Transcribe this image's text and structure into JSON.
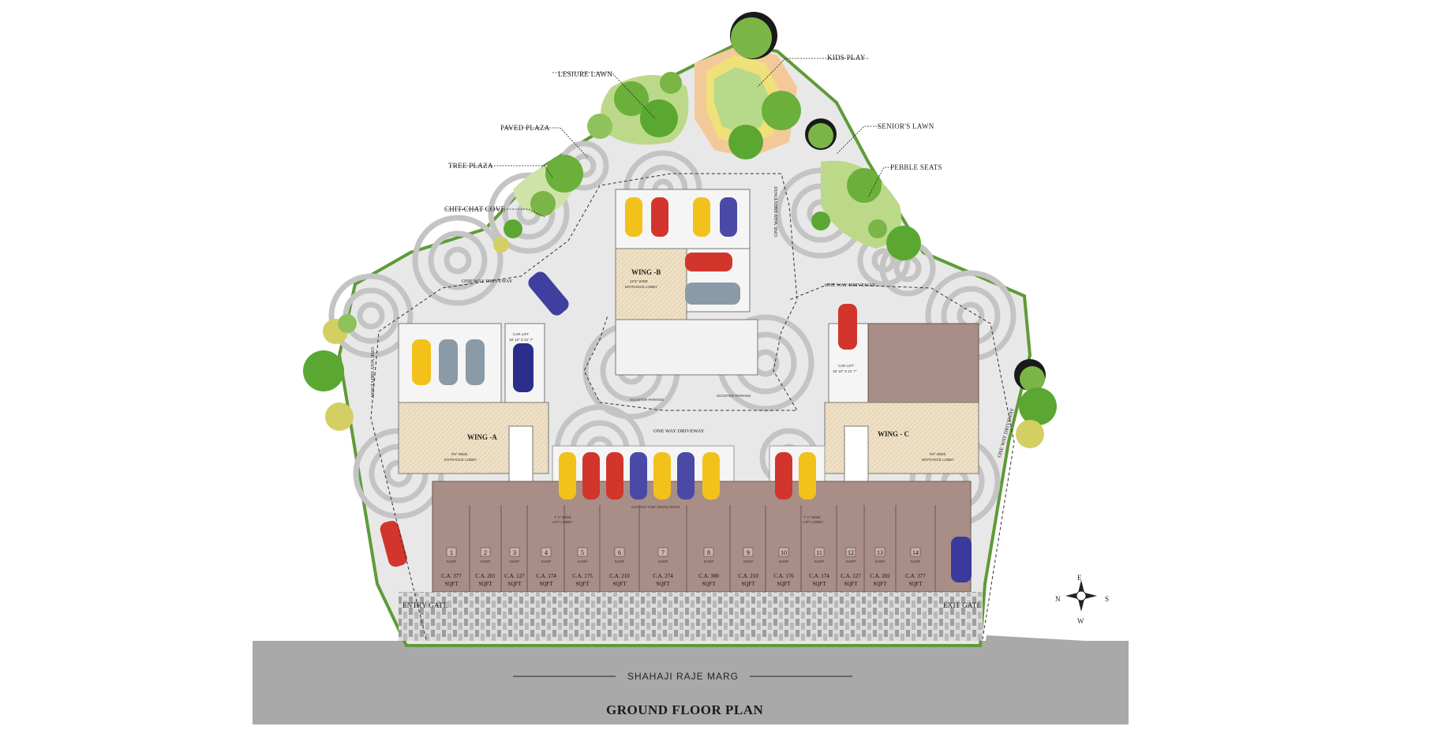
{
  "title": "GROUND FLOOR PLAN",
  "road": "SHAHAJI RAJE MARG",
  "gates": {
    "entry": "ENTRY GATE",
    "exit": "EXIT GATE"
  },
  "amenities": {
    "leisure_lawn": "LESIURE LAWN",
    "paved_plaza": "PAVED PLAZA",
    "tree_plaza": "TREE PLAZA",
    "chit_chat": "CHIT-CHAT COVE",
    "kids_play": "KIDS PLAY",
    "seniors_lawn": "SENIOR'S LAWN",
    "pebble_seats": "PEBBLE SEATS"
  },
  "driveway": "ONE WAY DRIVEWAY",
  "wings": {
    "a": {
      "name": "WING -A",
      "lobby": "9'6\" WIDE",
      "lobby2": "ENTRANCE LOBBY"
    },
    "b": {
      "name": "WING -B",
      "lobby": "22'3\" WIDE",
      "lobby2": "ENTRANCE LOBBY"
    },
    "c": {
      "name": "WING - C",
      "lobby": "9'6\" WIDE",
      "lobby2": "ENTRANCE LOBBY"
    }
  },
  "car_lift": {
    "label": "CAR LIFT",
    "size": "18' 10\" X 21' 7\""
  },
  "cutout": "CUT OUT FOR VENTILATION",
  "lift_lobby": {
    "l1": "7' 1\" WIDE",
    "l2": "LIFT LOBBY"
  },
  "scooter": "SCOOTER PARKING",
  "shop_word": "SHOP",
  "sqft_word": "SQFT",
  "shops": [
    {
      "no": "1",
      "ca": "C.A. 377"
    },
    {
      "no": "2",
      "ca": "C.A. 201"
    },
    {
      "no": "3",
      "ca": "C.A. 127"
    },
    {
      "no": "4",
      "ca": "C.A. 174"
    },
    {
      "no": "5",
      "ca": "C.A. 175"
    },
    {
      "no": "6",
      "ca": "C.A. 210"
    },
    {
      "no": "7",
      "ca": "C.A. 274"
    },
    {
      "no": "8",
      "ca": "C.A. 300"
    },
    {
      "no": "9",
      "ca": "C.A. 210"
    },
    {
      "no": "10",
      "ca": "C.A. 176"
    },
    {
      "no": "11",
      "ca": "C.A. 174"
    },
    {
      "no": "12",
      "ca": "C.A. 127"
    },
    {
      "no": "13",
      "ca": "C.A. 202"
    },
    {
      "no": "14",
      "ca": "C.A. 377"
    }
  ],
  "compass": {
    "n": "N",
    "s": "S",
    "e": "E",
    "w": "W"
  },
  "colors": {
    "paving": "#e6e6e6",
    "swirl": "#c4c4c4",
    "lawn": "#bcd98a",
    "tree": "#5aa832",
    "shop": "#a88e86",
    "lobby": "#efe1c8",
    "road": "#a9a9a9",
    "gate": "#d9d9d9"
  }
}
